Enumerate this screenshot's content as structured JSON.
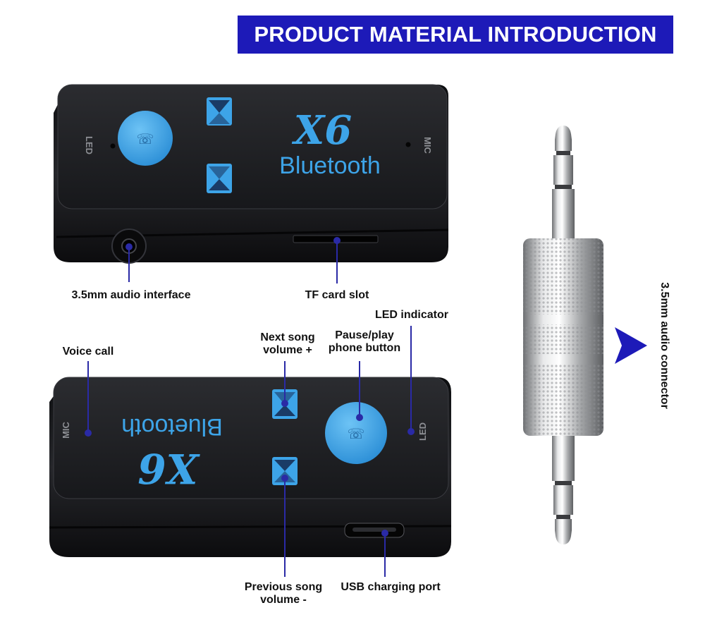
{
  "header": {
    "title": "PRODUCT MATERIAL INTRODUCTION"
  },
  "device": {
    "model": "X6",
    "brand": "Bluetooth",
    "led_mark": "LED",
    "mic_mark": "MIC"
  },
  "callouts": {
    "audio_interface": "3.5mm audio interface",
    "tf_slot": "TF card slot",
    "led_indicator": "LED indicator",
    "voice_call": "Voice call",
    "next_song_line1": "Next song",
    "next_song_line2": "volume +",
    "pause_line1": "Pause/play",
    "pause_line2": "phone button",
    "previous_line1": "Previous song",
    "previous_line2": "volume -",
    "usb_port": "USB charging port",
    "connector": "3.5mm audio connector"
  },
  "colors": {
    "banner": "#1d1ab8",
    "accent_blue": "#3da4e8",
    "leader": "#2a2aa6",
    "device_body": "#1c1d20"
  }
}
